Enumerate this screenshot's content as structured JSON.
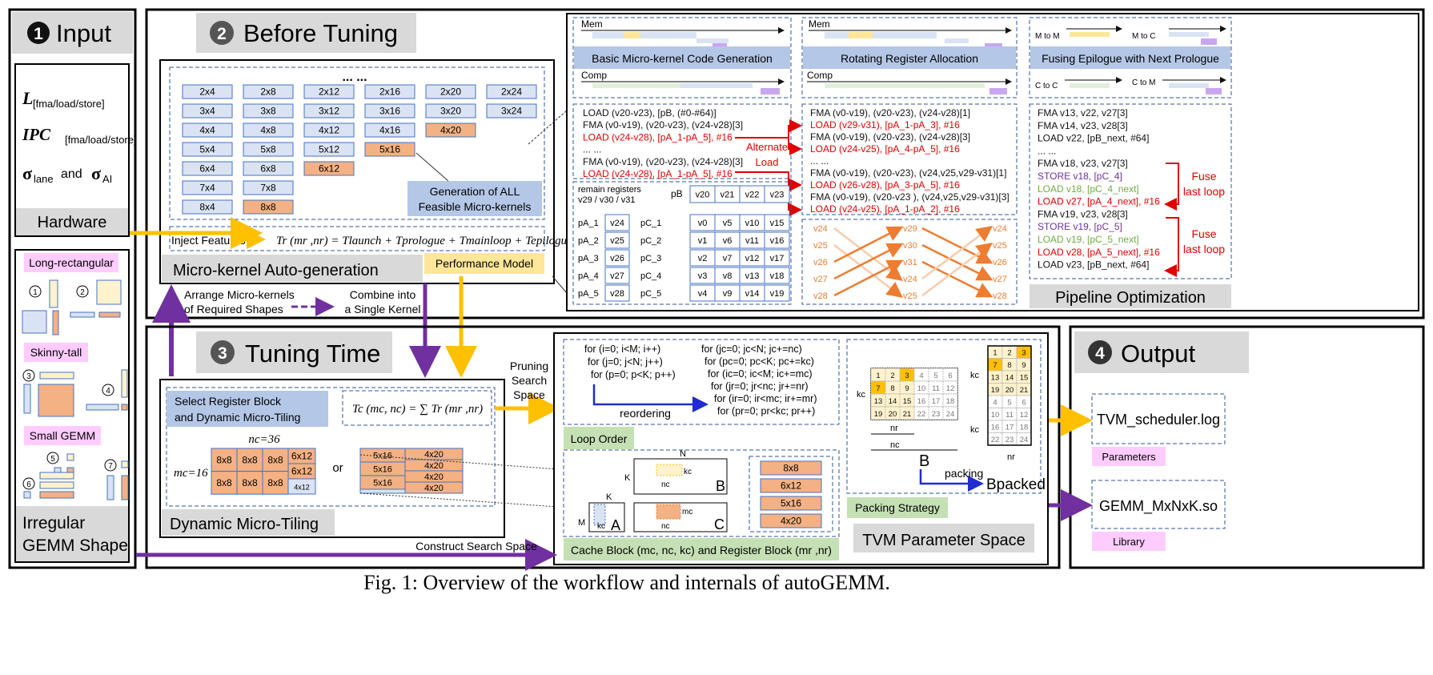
{
  "caption": "Fig. 1: Overview of the workflow and internals of autoGEMM.",
  "input": {
    "num": "1",
    "title": "Input",
    "hw_L": "L",
    "hw_L_sub": "[fma/load/store]",
    "hw_IPC": "IPC",
    "hw_IPC_sub": "[fma/load/store]",
    "hw_sigma1": "σ",
    "hw_sigma1_sub": "lane",
    "hw_and": "and",
    "hw_sigma2": "σ",
    "hw_sigma2_sub": "AI",
    "hardware": "Hardware",
    "long_rect": "Long-rectangular",
    "skinny": "Skinny-tall",
    "small": "Small GEMM",
    "n1": "1",
    "n2": "2",
    "n3": "3",
    "n4": "4",
    "n5": "5",
    "n6": "6",
    "n7": "7",
    "irregular1": "Irregular",
    "irregular2": "GEMM Shape"
  },
  "before": {
    "num": "2",
    "title": "Before Tuning",
    "dots": "... ...",
    "kernels": [
      "2x4",
      "2x8",
      "2x12",
      "2x16",
      "2x20",
      "2x24",
      "3x4",
      "3x8",
      "3x12",
      "3x16",
      "3x20",
      "3x24",
      "4x4",
      "4x8",
      "4x12",
      "4x16",
      "4x20",
      "5x4",
      "5x8",
      "5x12",
      "5x16",
      "6x4",
      "6x8",
      "6x12",
      "7x4",
      "7x8",
      "8x4",
      "8x8"
    ],
    "gen1": "Generation of ALL",
    "gen2": "Feasible Micro-kernels",
    "inject": "Inject Features",
    "formula": "Tr (mr ,nr) = Tlaunch + Tprologue + Tmainloop + Tepilogue",
    "auto": "Micro-kernel Auto-generation",
    "perf": "Performance Model",
    "mem": "Mem",
    "comp": "Comp",
    "basic": "Basic Micro-kernel Code Generation",
    "rotating": "Rotating Register Allocation",
    "fusing": "Fusing Epilogue with Next Prologue",
    "m2m": "M to M",
    "m2c": "M to C",
    "c2c": "C to C",
    "c2m": "C to M",
    "code1": [
      "LOAD  (v20-v23), [pB, (#0-#64)]",
      "FMA   (v0-v19), (v20-v23), (v24-v28)[3]",
      "LOAD  (v24-v28), [pA_1-pA_5], #16",
      "... ...",
      "FMA   (v0-v19), (v20-v23), (v24-v28)[3]",
      "LOAD  (v24-v28), [pA_1-pA_5], #16"
    ],
    "alternate": "Alternate",
    "load": "Load",
    "code2": [
      "FMA   (v0-v19), (v20-v23),  (v24-v28)[1]",
      "LOAD (v29-v31), [pA_1-pA_3], #16",
      "FMA   (v0-v19), (v20-v23), (v24-v28)[3]",
      "LOAD (v24-v25), [pA_4-pA_5], #16",
      "... ...",
      "FMA   (v0-v19), (v20-v23),  (v24,v25,v29-v31)[1]",
      "LOAD (v26-v28), [pA_3-pA_5], #16",
      "FMA   (v0-v19), (v20-v23 ), (v24,v25,v29-v31)[3]",
      "LOAD (v24-v25), [pA_1-pA_2], #16"
    ],
    "code3": [
      "FMA     v13, v22, v27[3]",
      "FMA     v14, v23, v28[3]",
      "LOAD   v22, [pB_next, #64]",
      "... ...",
      "FMA     v18, v23, v27[3]",
      "STORE  v18, [pC_4]",
      "LOAD   v18, [pC_4_next]",
      "LOAD   v27, [pA_4_next], #16",
      "FMA     v19, v23, v28[3]",
      "STORE  v19, [pC_5]",
      "LOAD   v19, [pC_5_next]",
      "LOAD   v28, [pA_5_next], #16",
      "LOAD   v23, [pB_next, #64]"
    ],
    "fuse1": "Fuse",
    "fuse2": "last loop",
    "remain1": "remain registers",
    "remain2": "v29 / v30 / v31",
    "pB": "pB",
    "pB_regs": [
      "v20",
      "v21",
      "v22",
      "v23"
    ],
    "pA_labels": [
      "pA_1",
      "pA_2",
      "pA_3",
      "pA_4",
      "pA_5"
    ],
    "pA_regs": [
      "v24",
      "v25",
      "v26",
      "v27",
      "v28"
    ],
    "pC_labels": [
      "pC_1",
      "pC_2",
      "pC_3",
      "pC_4",
      "pC_5"
    ],
    "pC_regs": [
      [
        "v0",
        "v5",
        "v10",
        "v15"
      ],
      [
        "v1",
        "v6",
        "v11",
        "v16"
      ],
      [
        "v2",
        "v7",
        "v12",
        "v17"
      ],
      [
        "v3",
        "v8",
        "v13",
        "v18"
      ],
      [
        "v4",
        "v9",
        "v14",
        "v19"
      ]
    ],
    "rot_left": [
      "v24",
      "v25",
      "v26",
      "v27",
      "v28"
    ],
    "rot_mid": [
      "v29",
      "v30",
      "v31",
      "v24",
      "v25"
    ],
    "rot_right": [
      "v24",
      "v25",
      "v26",
      "v27",
      "v28"
    ],
    "pipeline": "Pipeline Optimization"
  },
  "arrange1": "Arrange Micro-kernels",
  "arrange2": "of Required Shapes",
  "combine1": "Combine into",
  "combine2": "a Single Kernel",
  "tuning": {
    "num": "3",
    "title": "Tuning Time",
    "select1": "Select Register Block",
    "select2": "and Dynamic Micro-Tiling",
    "formula": "Tc (mc, nc) = ∑ Tr (mr ,nr)",
    "nc": "nc=36",
    "mc": "mc=16",
    "or": "or",
    "tile_a": [
      "8x8",
      "8x8",
      "8x8",
      "6x12",
      "6x12",
      "8x8",
      "8x8",
      "8x8",
      "4x12"
    ],
    "tile_b": [
      "5x16",
      "4x20",
      "4x20",
      "5x16",
      "4x20",
      "5x16",
      "4x20"
    ],
    "dyn": "Dynamic Micro-Tiling",
    "pruning1": "Pruning",
    "pruning2": "Search",
    "pruning3": "Space",
    "loops_left": [
      "for (i=0; i<M; i++)",
      "for (j=0; j<N; j++)",
      "for (p=0; p<K; p++)"
    ],
    "loops_right": [
      "for (jc=0; jc<N; jc+=nc)",
      "for (pc=0; pc<K; pc+=kc)",
      "for (ic=0; ic<M; ic+=mc)",
      "for (jr=0; jr<nc; jr+=nr)",
      "for (ir=0; ir<mc; ir+=mr)",
      "for (pr=0; pr<kc; pr++)"
    ],
    "reordering": "reordering",
    "loop_order": "Loop Order",
    "N": "N",
    "K": "K",
    "M": "M",
    "A": "A",
    "B": "B",
    "C": "C",
    "kc": "kc",
    "nc_l": "nc",
    "mc_l": "mc",
    "reg_blocks": [
      "8x8",
      "6x12",
      "5x16",
      "4x20"
    ],
    "cache_block": "Cache Block (mc, nc, kc) and Register Block (mr ,nr)",
    "grid_nums": [
      "1",
      "2",
      "3",
      "4",
      "5",
      "6",
      "7",
      "8",
      "9",
      "10",
      "11",
      "12",
      "13",
      "14",
      "15",
      "16",
      "17",
      "18",
      "19",
      "20",
      "21",
      "22",
      "23",
      "24"
    ],
    "Bl": "B",
    "packing": "packing",
    "Bpacked": "Bpacked",
    "nr": "nr",
    "packing_strategy": "Packing Strategy",
    "tvm": "TVM Parameter Space",
    "construct": "Construct Search Space"
  },
  "output": {
    "num": "4",
    "title": "Output",
    "log": "TVM_scheduler.log",
    "params": "Parameters",
    "so": "GEMM_MxNxK.so",
    "library": "Library"
  },
  "colors": {
    "blue": "#dae3f3",
    "orange": "#f4b183",
    "yellow": "#ffe699",
    "red": "#e00000",
    "purple": "#7030a0",
    "green": "#70ad47",
    "gold": "#ffc000",
    "pink": "#ffccff",
    "gray": "#d9d9d9",
    "dblue": "#1f2ccf"
  }
}
